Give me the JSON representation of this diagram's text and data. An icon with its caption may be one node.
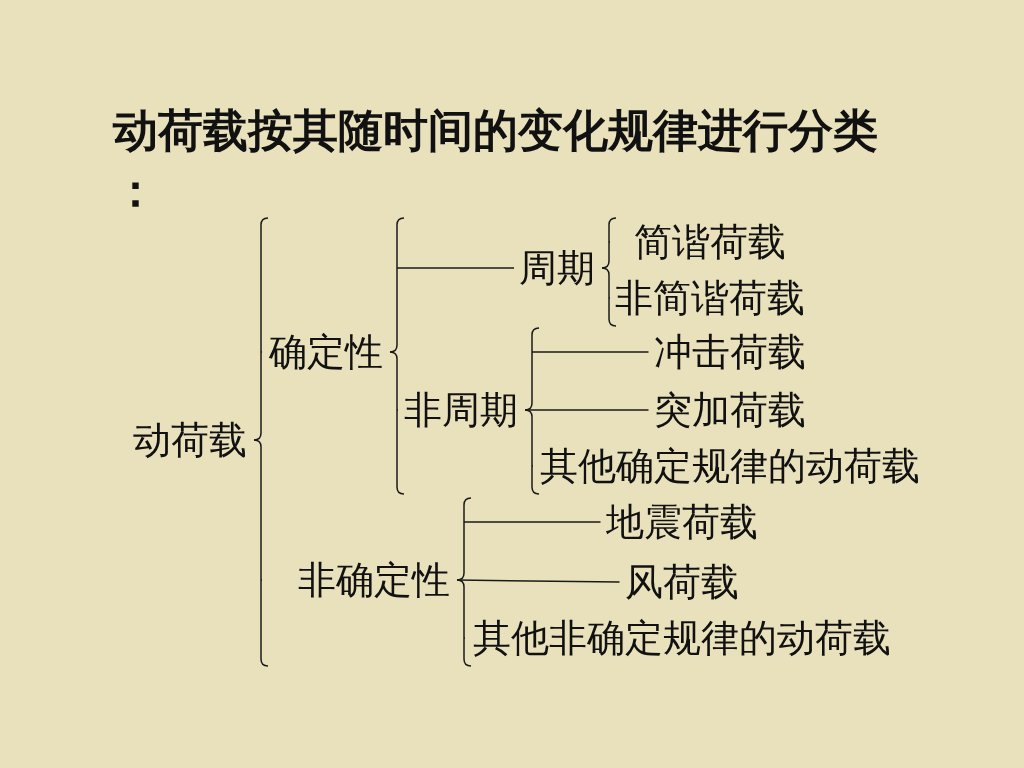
{
  "diagram": {
    "title": "动荷载按其随时间的变化规律进行分类：",
    "nodes": [
      {
        "text": [
          "动荷载"
        ]
      },
      {
        "text": [
          "确定性"
        ]
      },
      {
        "text": [
          "周期"
        ]
      },
      {
        "text": [
          "简谐荷载"
        ]
      },
      {
        "text": [
          "非简谐荷载"
        ]
      },
      {
        "text": [
          "非周期"
        ]
      },
      {
        "text": [
          "冲击荷载"
        ]
      },
      {
        "text": [
          "突加荷载"
        ]
      },
      {
        "text": [
          "其他确定规律的动荷载"
        ]
      },
      {
        "text": [
          "非确定性"
        ]
      },
      {
        "text": [
          "地震荷载"
        ]
      },
      {
        "text": [
          "风荷载"
        ]
      },
      {
        "text": [
          "其他非确定规律的动荷载"
        ]
      }
    ],
    "edges": [
      {
        "from": 0,
        "to": 1,
        "arrow": "none"
      },
      {
        "from": 0,
        "to": 9,
        "arrow": "none"
      },
      {
        "from": 1,
        "to": 2,
        "arrow": "none"
      },
      {
        "from": 1,
        "to": 5,
        "arrow": "none"
      },
      {
        "from": 2,
        "to": 3,
        "arrow": "none"
      },
      {
        "from": 2,
        "to": 4,
        "arrow": "none"
      },
      {
        "from": 5,
        "to": 6,
        "arrow": "none"
      },
      {
        "from": 5,
        "to": 7,
        "arrow": "none"
      },
      {
        "from": 5,
        "to": 8,
        "arrow": "none"
      },
      {
        "from": 9,
        "to": 10,
        "arrow": "none"
      },
      {
        "from": 9,
        "to": 11,
        "arrow": "none"
      },
      {
        "from": 9,
        "to": 12,
        "arrow": "none"
      }
    ]
  }
}
